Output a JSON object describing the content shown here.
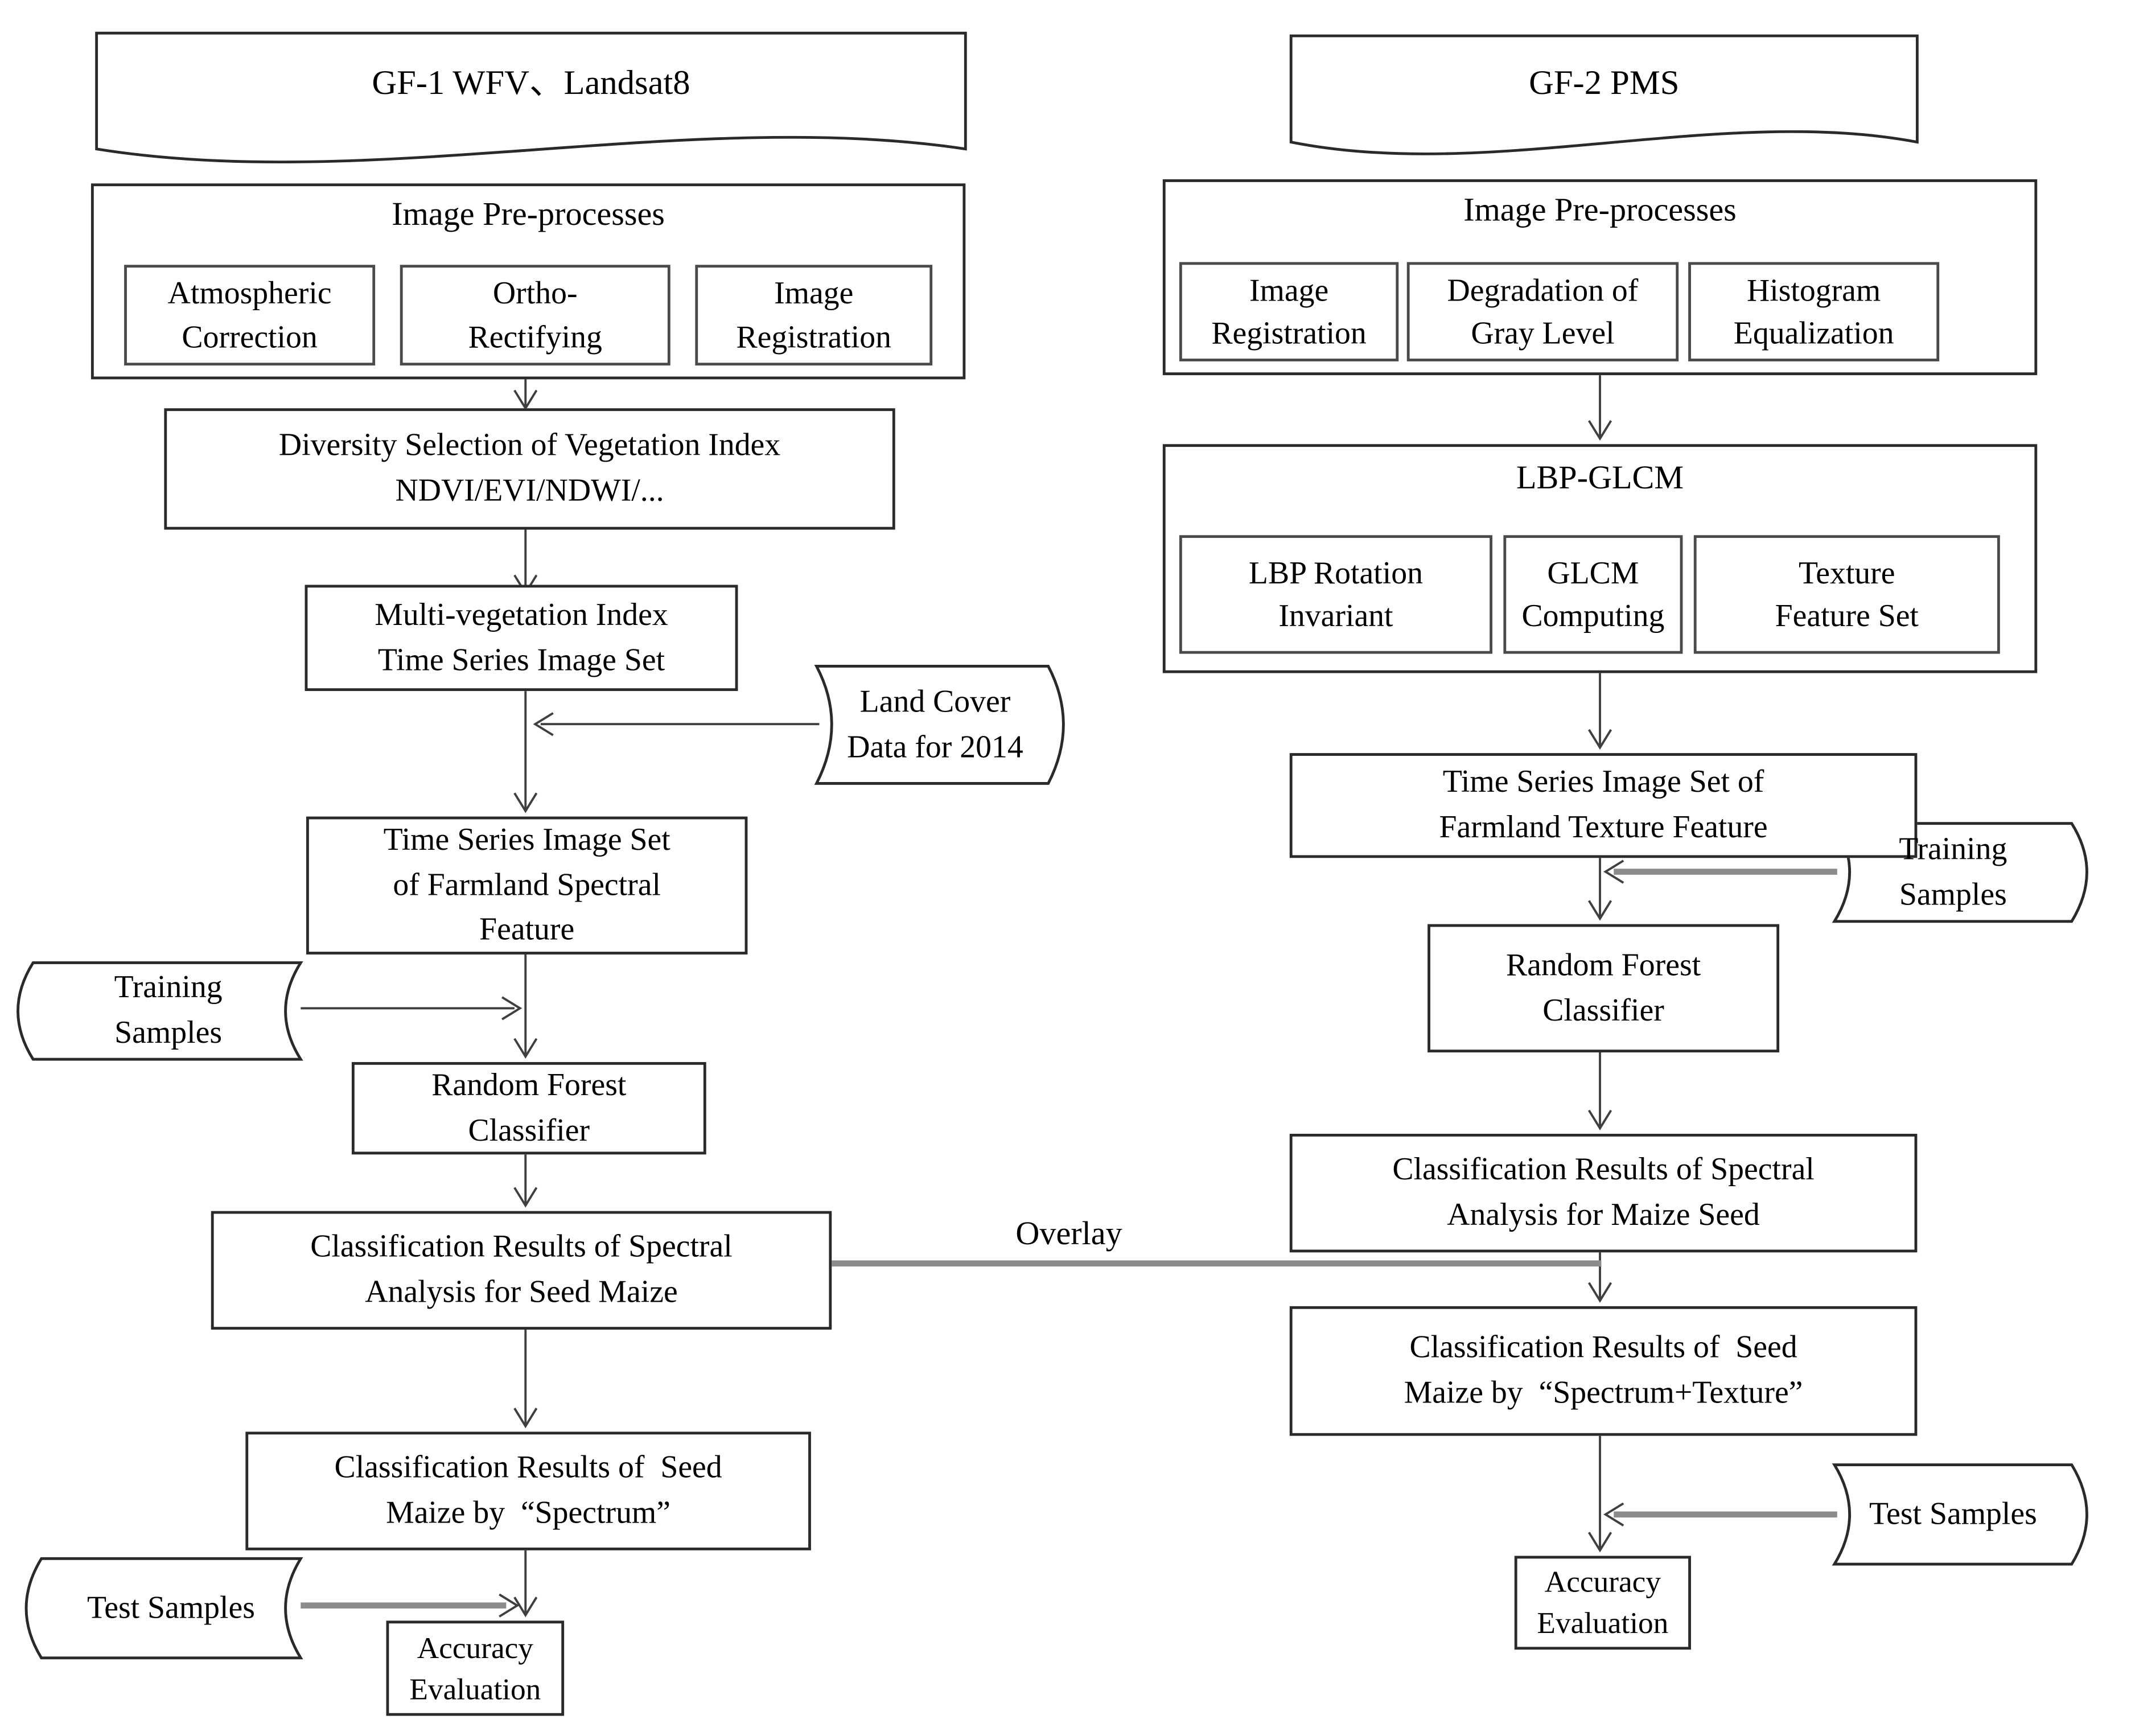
{
  "left_column": {
    "source_banner": "GF-1 WFV、Landsat8",
    "preprocess": {
      "title": "Image Pre-processes",
      "steps": [
        "Atmospheric\nCorrection",
        "Ortho-\nRectifying",
        "Image\nRegistration"
      ]
    },
    "diversity": "Diversity Selection of Vegetation Index\nNDVI/EVI/NDWI/...",
    "multiveg": "Multi-vegetation Index\nTime Series Image Set",
    "land_cover": "Land Cover\nData for 2014",
    "timeseries": "Time Series Image Set\nof Farmland Spectral\nFeature",
    "training_samples": "Training\nSamples",
    "classifier": "Random Forest\nClassifier",
    "class_spectral": "Classification Results of Spectral\nAnalysis for Seed Maize",
    "class_spectrum": "Classification Results of  Seed\nMaize by  “Spectrum”",
    "test_samples": "Test Samples",
    "accuracy": "Accuracy\nEvaluation"
  },
  "right_column": {
    "source_banner": "GF-2 PMS",
    "preprocess": {
      "title": "Image Pre-processes",
      "steps": [
        "Image\nRegistration",
        "Degradation of\nGray Level",
        "Histogram\nEqualization"
      ]
    },
    "lbp": {
      "title": "LBP-GLCM",
      "steps": [
        "LBP Rotation\nInvariant",
        "GLCM\nComputing",
        "Texture\nFeature Set"
      ]
    },
    "timeseries": "Time Series Image Set of\nFarmland Texture Feature",
    "training_samples": "Training\nSamples",
    "classifier": "Random Forest\nClassifier",
    "class_spectral": "Classification Results of Spectral\nAnalysis for Maize Seed",
    "class_spectrum_texture": "Classification Results of  Seed\nMaize by  “Spectrum+Texture”",
    "test_samples": "Test Samples",
    "accuracy": "Accuracy\nEvaluation"
  },
  "connections": {
    "overlay_label": "Overlay"
  },
  "colors": {
    "line": "#3f3f3f",
    "thick_connector": "#8c8c8c",
    "shape_border": "#2a2a2a",
    "text": "#000000",
    "background": "#ffffff"
  }
}
